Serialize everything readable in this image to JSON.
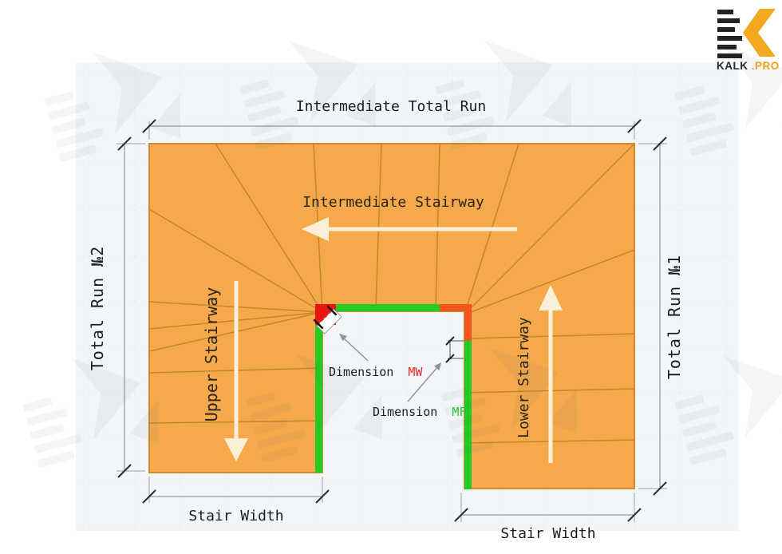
{
  "logo": {
    "brand_dark": "KALK",
    "brand_accent": ".PRO"
  },
  "dimensions": {
    "intermediate_total_run": "Intermediate Total Run",
    "total_run_2": "Total Run №2",
    "total_run_1": "Total Run №1",
    "stair_width_left": "Stair Width",
    "stair_width_right": "Stair Width"
  },
  "stairways": {
    "intermediate": "Intermediate Stairway",
    "upper": "Upper Stairway",
    "lower": "Lower Stairway"
  },
  "annotations": {
    "mw_prefix": "Dimension",
    "mw_code": "MW",
    "mf_prefix": "Dimension",
    "mf_code": "MF"
  },
  "colors": {
    "stair_fill": "#f5a94a",
    "stair_outline": "#d08c2e",
    "tread_line": "#c4862e",
    "flight_marker_green": "#24cb24",
    "corner_marker_red": "#ee1414",
    "corner_marker_orange_red": "#f2561f",
    "mw_text_red": "#e8262a",
    "mf_text_green": "#2bc42b",
    "direction_arrow_cream": "#f9efd9",
    "logo_yellow": "#f2a91f",
    "logo_dark": "#232323",
    "background": "#f4f7f9"
  }
}
